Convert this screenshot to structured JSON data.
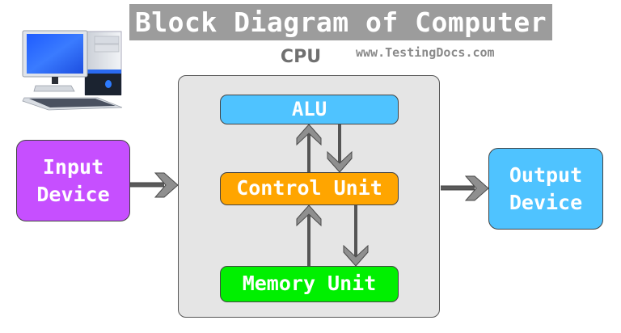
{
  "title": "Block Diagram of Computer",
  "watermark": "www.TestingDocs.com",
  "cpu": {
    "label": "CPU",
    "units": {
      "alu": "ALU",
      "control_unit": "Control Unit",
      "memory_unit": "Memory Unit"
    }
  },
  "input_device": {
    "line1": "Input",
    "line2": "Device"
  },
  "output_device": {
    "line1": "Output",
    "line2": "Device"
  },
  "connections": [
    {
      "from": "Input Device",
      "to": "CPU"
    },
    {
      "from": "Control Unit",
      "to": "ALU"
    },
    {
      "from": "ALU",
      "to": "Control Unit"
    },
    {
      "from": "Memory Unit",
      "to": "Control Unit"
    },
    {
      "from": "Control Unit",
      "to": "Memory Unit"
    },
    {
      "from": "CPU",
      "to": "Output Device"
    }
  ],
  "colors": {
    "title_bg": "#9c9c9c",
    "cpu_bg": "#e5e5e5",
    "alu": "#4fc3ff",
    "control_unit": "#ffa500",
    "memory_unit": "#00f000",
    "input_device": "#c64fff",
    "output_device": "#4fc3ff",
    "arrow": "#8f8f8f"
  }
}
